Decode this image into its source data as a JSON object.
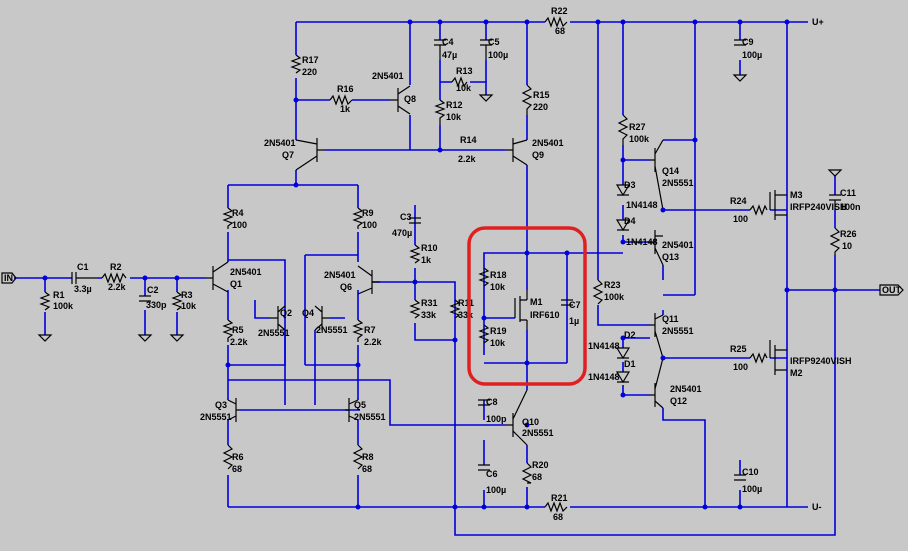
{
  "ports": {
    "in": "IN",
    "out": "OUT",
    "vplus": "U+",
    "vminus": "U-"
  },
  "highlight_color": "#e02020",
  "wire_color": "#0000dd",
  "background": "#c8c8c8",
  "components": {
    "R1": {
      "name": "R1",
      "value": "100k"
    },
    "C1": {
      "name": "C1",
      "value": "3.3µ"
    },
    "R2": {
      "name": "R2",
      "value": "2.2k"
    },
    "C2": {
      "name": "C2",
      "value": "330p"
    },
    "R3": {
      "name": "R3",
      "value": "10k"
    },
    "R4": {
      "name": "R4",
      "value": "100"
    },
    "Q1": {
      "name": "Q1",
      "value": "2N5401"
    },
    "R5": {
      "name": "R5",
      "value": "2.2k"
    },
    "Q2": {
      "name": "Q2",
      "value": "2N5551"
    },
    "Q3": {
      "name": "Q3",
      "value": "2N5551"
    },
    "R6": {
      "name": "R6",
      "value": "68"
    },
    "R17": {
      "name": "R17",
      "value": "220"
    },
    "R16": {
      "name": "R16",
      "value": "1k"
    },
    "Q8": {
      "name": "Q8",
      "value": "2N5401"
    },
    "Q7": {
      "name": "Q7",
      "value": "2N5401"
    },
    "R9": {
      "name": "R9",
      "value": "100"
    },
    "Q6": {
      "name": "Q6",
      "value": "2N5401"
    },
    "Q4": {
      "name": "Q4",
      "value": "2N5551"
    },
    "R7": {
      "name": "R7",
      "value": "2.2k"
    },
    "Q5": {
      "name": "Q5",
      "value": "2N5551"
    },
    "R8": {
      "name": "R8",
      "value": "68"
    },
    "C4": {
      "name": "C4",
      "value": "47µ"
    },
    "C5": {
      "name": "C5",
      "value": "100µ"
    },
    "R13": {
      "name": "R13",
      "value": "10k"
    },
    "R12": {
      "name": "R12",
      "value": "10k"
    },
    "R14": {
      "name": "R14",
      "value": "2.2k"
    },
    "C3": {
      "name": "C3",
      "value": "470µ"
    },
    "R10": {
      "name": "R10",
      "value": "1k"
    },
    "R31": {
      "name": "R31",
      "value": "33k"
    },
    "R11": {
      "name": "R11",
      "value": "33k"
    },
    "R22": {
      "name": "R22",
      "value": "68"
    },
    "R15": {
      "name": "R15",
      "value": "220"
    },
    "Q9": {
      "name": "Q9",
      "value": "2N5401"
    },
    "R18": {
      "name": "R18",
      "value": "10k"
    },
    "M1": {
      "name": "M1",
      "value": "IRF610"
    },
    "R19": {
      "name": "R19",
      "value": "10k"
    },
    "C7": {
      "name": "C7",
      "value": "1µ"
    },
    "C8": {
      "name": "C8",
      "value": "100p"
    },
    "Q10": {
      "name": "Q10",
      "value": "2N5551"
    },
    "R20": {
      "name": "R20",
      "value": "68"
    },
    "C6": {
      "name": "C6",
      "value": "100µ"
    },
    "R21": {
      "name": "R21",
      "value": "68"
    },
    "C9": {
      "name": "C9",
      "value": "100µ"
    },
    "R27": {
      "name": "R27",
      "value": "100k"
    },
    "Q14": {
      "name": "Q14",
      "value": "2N5551"
    },
    "D3": {
      "name": "D3",
      "value": "1N4148"
    },
    "D4": {
      "name": "D4",
      "value": "1N4148"
    },
    "Q13": {
      "name": "Q13",
      "value": "2N5401"
    },
    "R23": {
      "name": "R23",
      "value": "100k"
    },
    "Q11": {
      "name": "Q11",
      "value": "2N5551"
    },
    "D2": {
      "name": "D2",
      "value": "1N4148"
    },
    "D1": {
      "name": "D1",
      "value": "1N4148"
    },
    "Q12": {
      "name": "Q12",
      "value": "2N5401"
    },
    "R24": {
      "name": "R24",
      "value": "100"
    },
    "R25": {
      "name": "R25",
      "value": "100"
    },
    "M3": {
      "name": "M3",
      "value": "IRFP240VISH"
    },
    "M2": {
      "name": "M2",
      "value": "IRFP9240VISH"
    },
    "C11": {
      "name": "C11",
      "value": "100n"
    },
    "R26": {
      "name": "R26",
      "value": "10"
    },
    "C10": {
      "name": "C10",
      "value": "100µ"
    }
  }
}
